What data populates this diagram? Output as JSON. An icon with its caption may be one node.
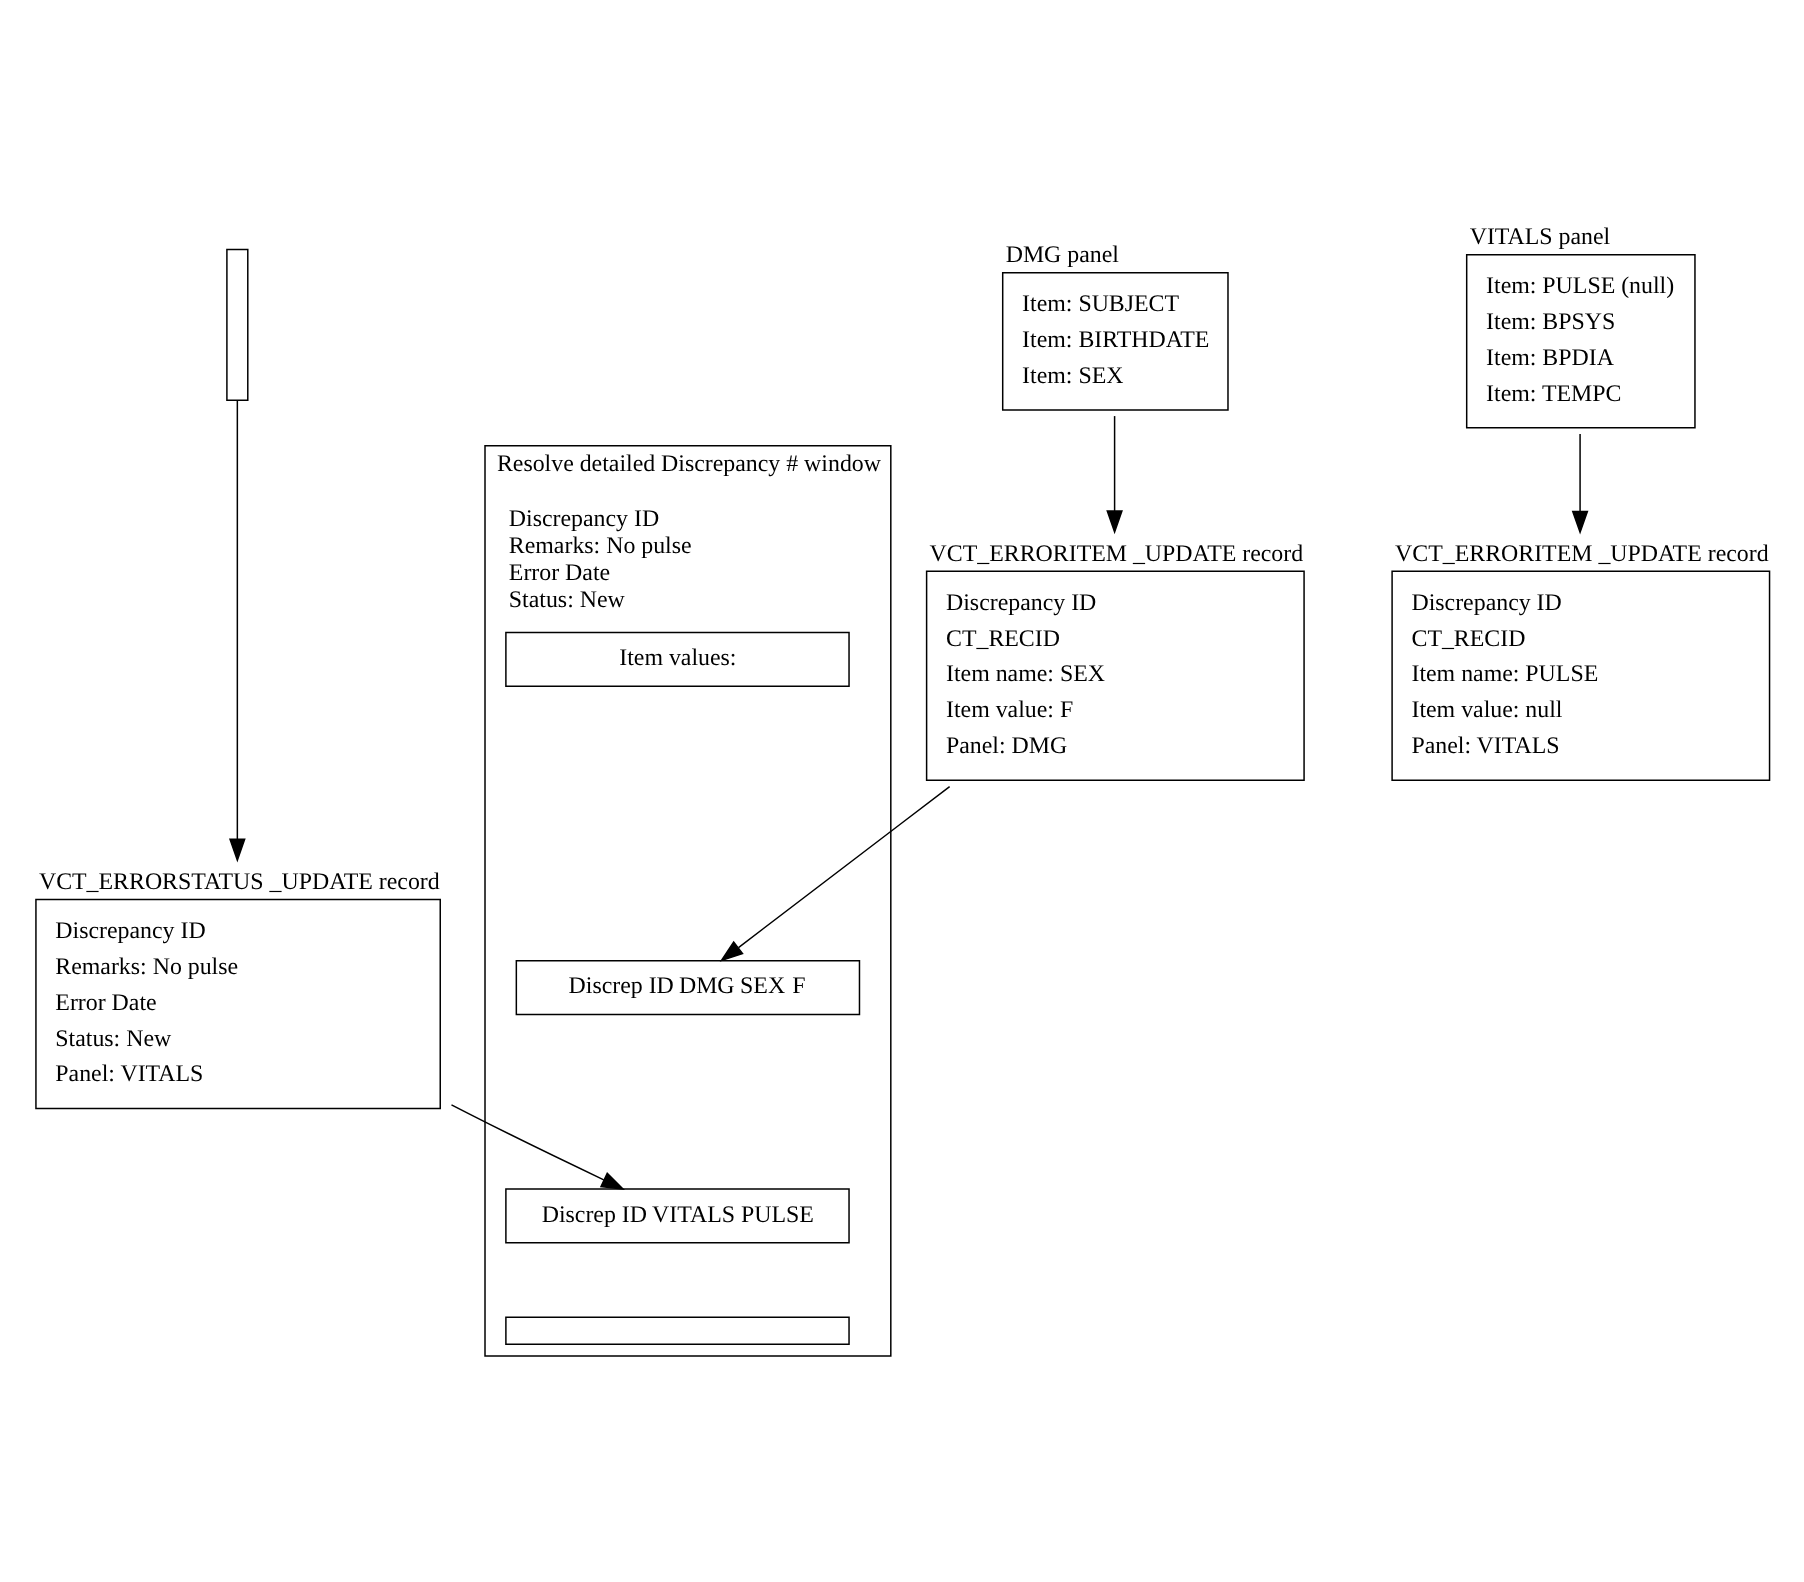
{
  "diagram": {
    "nodes": [
      {
        "text": [],
        "shape": "bracket"
      },
      {
        "text": [
          "VITALS panel",
          "Item: PULSE (null)",
          "Item: BPSYS",
          "Item: BPDIA",
          "Item: TEMPC"
        ]
      },
      {
        "text": [
          "DMG panel",
          "Item: SUBJECT",
          "Item: BIRTHDATE",
          "Item: SEX"
        ]
      },
      {
        "text": [
          "VCT_ERRORITEM _UPDATE record",
          "Discrepancy ID",
          "CT_RECID",
          "Item name: PULSE",
          "Item value: null",
          "Panel: VITALS"
        ]
      },
      {
        "text": [
          "VCT_ERRORITEM _UPDATE record",
          "Discrepancy ID",
          "CT_RECID",
          "Item name: SEX",
          "Item value: F",
          "Panel: DMG"
        ]
      },
      {
        "text": [
          "VCT_ERRORSTATUS _UPDATE record",
          "Discrepancy ID",
          "Remarks: No pulse",
          "Error Date",
          "Status: New",
          "Panel: VITALS"
        ]
      },
      {
        "text": [
          "Resolve detailed Discrepancy # window",
          "Discrepancy ID",
          "Remarks: No pulse",
          "Error Date",
          "Status: New"
        ]
      },
      {
        "text": [
          "Item values:"
        ],
        "in": 6
      },
      {
        "text": [
          "Discrep ID",
          "DMG",
          "SEX",
          "F"
        ],
        "in": 6
      },
      {
        "text": [
          "Discrep ID",
          "VITALS PULSE"
        ],
        "in": 6
      },
      {
        "text": [],
        "shape": "box",
        "in": 6
      }
    ],
    "edges": [
      {
        "from": 1,
        "to": 3,
        "arrow": "to"
      },
      {
        "from": 2,
        "to": 4,
        "arrow": "to"
      },
      {
        "from": 0,
        "to": 5,
        "arrow": "to"
      },
      {
        "from": 4,
        "to": 8,
        "arrow": "to"
      },
      {
        "from": 5,
        "to": 9,
        "arrow": "to"
      }
    ]
  }
}
